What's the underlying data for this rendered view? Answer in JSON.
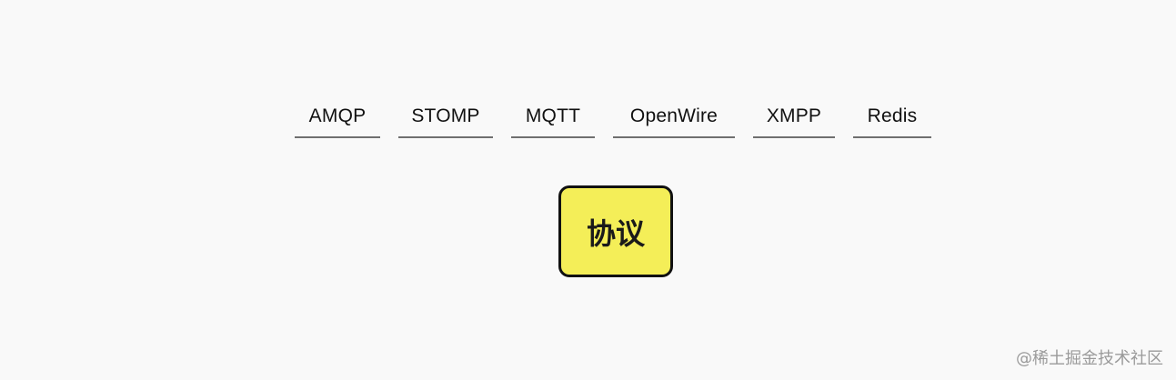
{
  "protocols": [
    "AMQP",
    "STOMP",
    "MQTT",
    "OpenWire",
    "XMPP",
    "Redis"
  ],
  "center_label": "协议",
  "watermark": "@稀土掘金技术社区",
  "colors": {
    "background": "#f9f9f9",
    "center_fill": "#f4ee58",
    "center_border": "#111111",
    "underline": "#6f6f6f"
  }
}
